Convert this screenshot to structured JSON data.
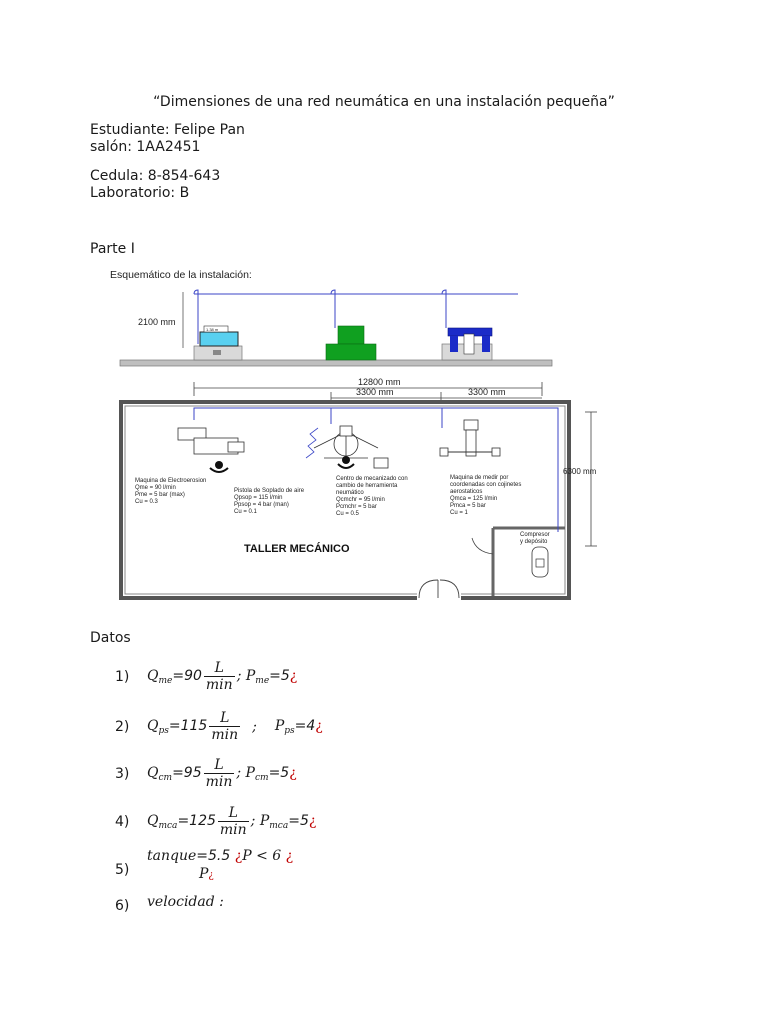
{
  "header": {
    "title": "“Dimensiones de una red neumática en una instalación pequeña”",
    "student": "Estudiante: Felipe Pan",
    "room": "salón: 1AA2451",
    "id": "Cedula: 8-854-643",
    "lab": "Laboratorio: B"
  },
  "section": {
    "part": "Parte I",
    "datos": "Datos"
  },
  "figure": {
    "caption": "Esquemático de la instalación:",
    "dim_height": "2100 mm",
    "dim_total": "12800 mm",
    "dim_a": "3300 mm",
    "dim_b": "3300 mm",
    "dim_side": "6300 mm",
    "room_label": "TALLER MECÁNICO",
    "machine_display": "1.38 m",
    "m1": [
      "Maquina de Electroerosion",
      "Qme = 90 l/min",
      "Pme = 5 bar (max)",
      "Cu = 0.3"
    ],
    "m2": [
      "Pistola de Soplado de aire",
      "Qpsop = 115 l/min",
      "Ppsop = 4 bar (man)",
      "Cu = 0.1"
    ],
    "m3": [
      "Centro de mecanizado con",
      "cambio de herramienta",
      "neumático",
      "Qcmchr = 95 l/min",
      "Pcmchr = 5 bar",
      "Cu = 0.5"
    ],
    "m4": [
      "Maquina de medir por",
      "coordenadas con cojinetes",
      "aerostaticos",
      "Qmca = 125 l/min",
      "Pmca = 5 bar",
      "Cu = 1"
    ],
    "compressor": [
      "Compresor",
      "y depósito"
    ]
  },
  "datos": [
    {
      "n": "1)",
      "q": "Q",
      "qs": "me",
      "qv": "=90",
      "num": "L",
      "den": "min",
      "sep": "; P",
      "ps": "me",
      "pv": "=5"
    },
    {
      "n": "2)",
      "q": "Q",
      "qs": "ps",
      "qv": "=115",
      "num": "L",
      "den": "min",
      "sep": ";",
      "p": "P",
      "ps": "ps",
      "pv": "=4"
    },
    {
      "n": "3)",
      "q": "Q",
      "qs": "cm",
      "qv": "=95",
      "num": "L",
      "den": "min",
      "sep": "; P",
      "ps": "cm",
      "pv": "=5"
    },
    {
      "n": "4)",
      "q": "Q",
      "qs": "mca",
      "qv": "=125",
      "num": "L",
      "den": "min",
      "sep": "; P",
      "ps": "mca",
      "pv": "=5"
    },
    {
      "n": "5)",
      "a": "tanque",
      "av": "=5.5",
      "mid": "P < 6",
      "below": "P"
    },
    {
      "n": "6)",
      "a": "velocidad :"
    }
  ],
  "glyph": "¿"
}
